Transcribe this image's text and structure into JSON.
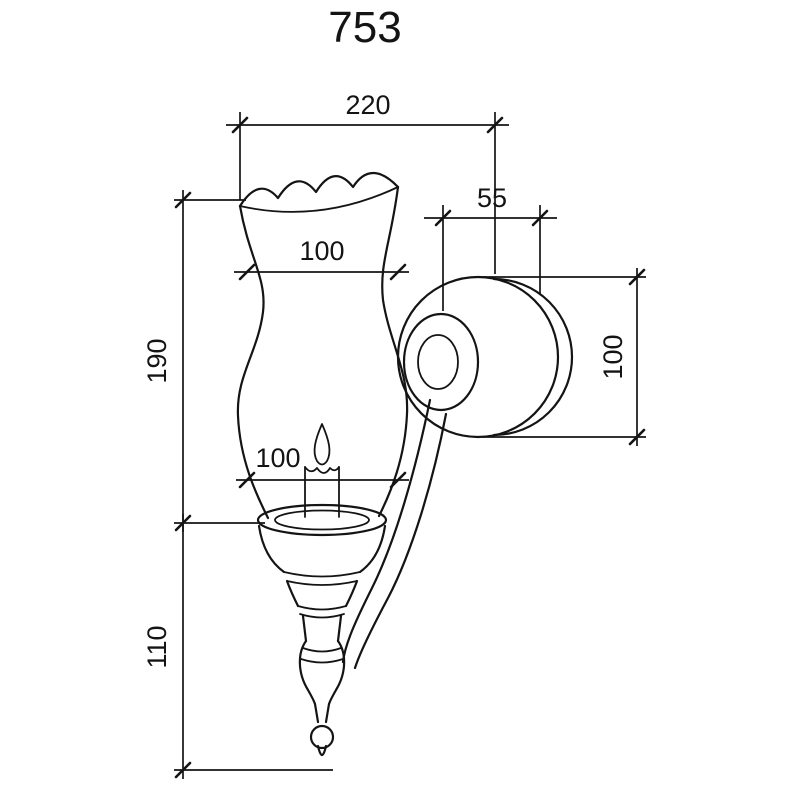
{
  "drawing": {
    "model_number": "753",
    "line_color": "#141414",
    "background": "#ffffff",
    "dims": {
      "overall_width": "220",
      "shade_opening": "100",
      "bracket_depth": "55",
      "backplate_diameter": "100",
      "upper_height": "190",
      "shade_width_mid": "100",
      "lower_height": "110"
    }
  }
}
